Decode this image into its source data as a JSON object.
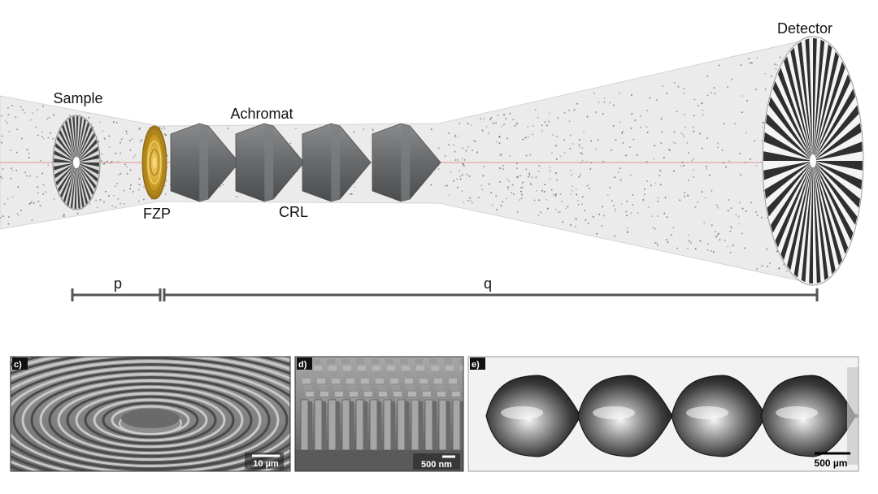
{
  "diagram": {
    "labels": {
      "sample": "Sample",
      "fzp": "FZP",
      "achromat": "Achromat",
      "crl": "CRL",
      "detector": "Detector",
      "p": "p",
      "q": "q"
    },
    "lens_count": 4
  },
  "panels": [
    {
      "tag": "c)",
      "scale": "10 µm"
    },
    {
      "tag": "d)",
      "scale": "500 nm"
    },
    {
      "tag": "e)",
      "scale": "500 µm"
    }
  ],
  "colors": {
    "beam_line": "#d9534f",
    "fzp_gold": "#d4a42a",
    "lens_gray": "#6c6e70",
    "dimension_line": "#555555"
  }
}
